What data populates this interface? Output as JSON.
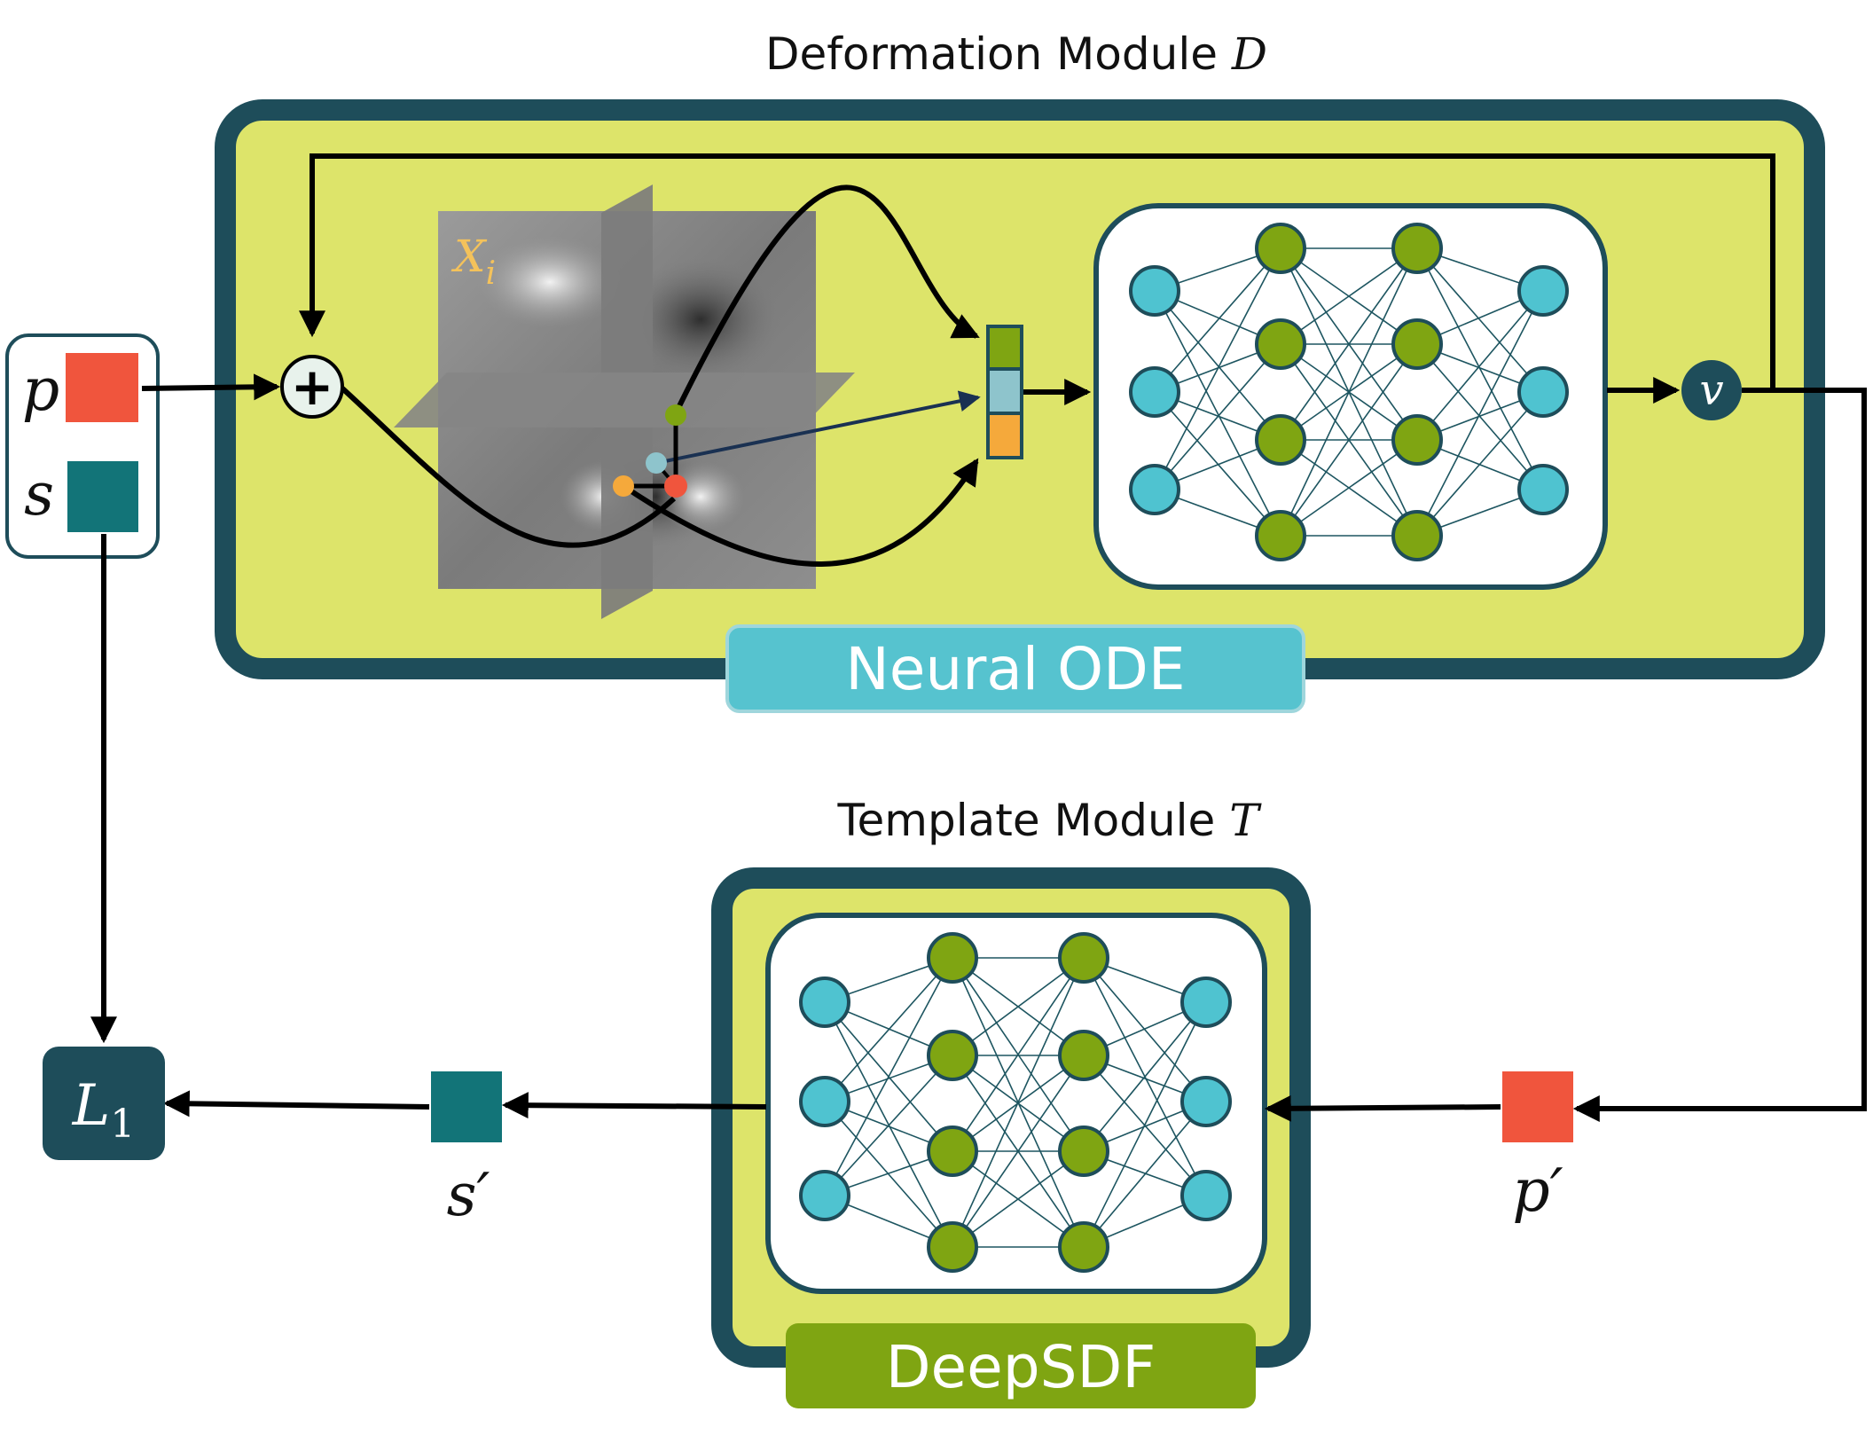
{
  "deformation_module": {
    "title": "Deformation Module ",
    "title_symbol": "D",
    "badge": "Neural ODE",
    "volume_label": "X",
    "volume_label_sub": "i",
    "plus_symbol": "+",
    "output_symbol": "v"
  },
  "template_module": {
    "title": "Template Module ",
    "title_symbol": "T",
    "badge": "DeepSDF"
  },
  "inputs": {
    "p": "p",
    "s": "s"
  },
  "outputs": {
    "p_prime": "p′",
    "s_prime": "s′"
  },
  "loss": {
    "symbol": "L",
    "subscript": "1"
  },
  "mlp": {
    "layers": [
      3,
      4,
      4,
      3
    ]
  },
  "colors": {
    "frame": "#1e4d5a",
    "module_fill": "#dde46a",
    "input_node": "#4fc3d0",
    "hidden_node": "#7fa512",
    "p_square": "#f0553d",
    "s_square": "#127478",
    "orange_dot": "#f5a93b",
    "badge_ode": "#56c3cf",
    "badge_sdf": "#7fa512"
  }
}
